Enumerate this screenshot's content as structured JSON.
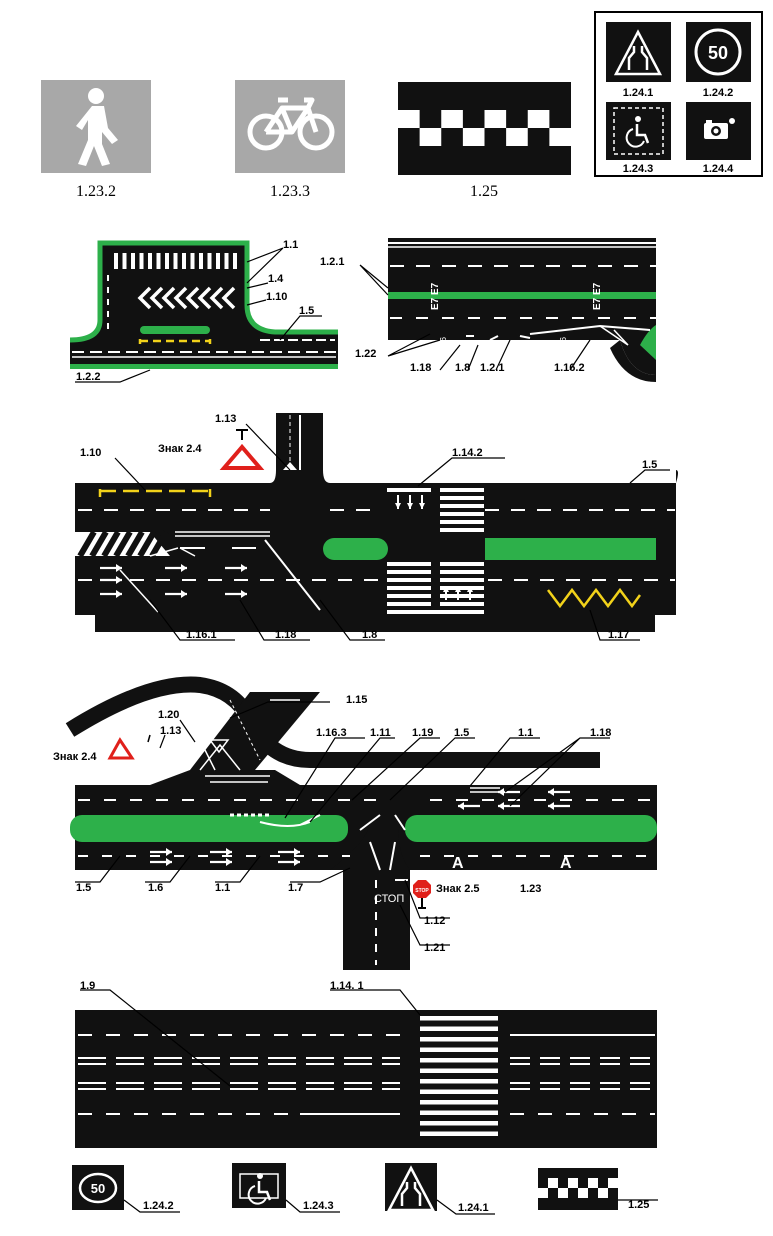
{
  "top_row": {
    "sign_1_23_2": "1.23.2",
    "sign_1_23_3": "1.23.3",
    "sign_1_25": "1.25",
    "box": {
      "l_1_24_1": "1.24.1",
      "l_1_24_2": "1.24.2",
      "speed_value": "50",
      "l_1_24_3": "1.24.3",
      "l_1_24_4": "1.24.4"
    }
  },
  "d1": {
    "l_1_1": "1.1",
    "l_1_4": "1.4",
    "l_1_10": "1.10",
    "l_1_5": "1.5",
    "l_1_2_2": "1.2.2"
  },
  "d2": {
    "l_1_2_1_top": "1.2.1",
    "l_1_22": "1.22",
    "l_1_18": "1.18",
    "l_1_8": "1.8",
    "l_1_2_1_bottom": "1.2.1",
    "l_1_16_2": "1.16.2",
    "route_a": "E7 E7",
    "route_b": "E7 E7",
    "num_a": "26",
    "num_b": "26"
  },
  "d3": {
    "l_1_13": "1.13",
    "sign_caption": "Знак 2.4",
    "l_1_10": "1.10",
    "l_1_14_2": "1.14.2",
    "l_1_5": "1.5",
    "l_1_16_1": "1.16.1",
    "l_1_18": "1.18",
    "l_1_8": "1.8",
    "l_1_17": "1.17"
  },
  "d4": {
    "l_1_15": "1.15",
    "l_1_20": "1.20",
    "l_1_13": "1.13",
    "sign_caption": "Знак 2.4",
    "l_1_16_3": "1.16.3",
    "l_1_11": "1.11",
    "l_1_19": "1.19",
    "l_1_5_top": "1.5",
    "l_1_1_top": "1.1",
    "l_1_18": "1.18",
    "l_1_5_bottom": "1.5",
    "l_1_6": "1.6",
    "l_1_1_bottom": "1.1",
    "l_1_7": "1.7",
    "stop_sign_text": "STOP",
    "sign_2_5": "Знак 2.5",
    "l_1_23": "1.23",
    "stop_word": "СТОП",
    "l_1_12": "1.12",
    "l_1_21": "1.21",
    "bus_a": "A",
    "bus_b": "A"
  },
  "d5": {
    "l_1_9": "1.9",
    "l_1_14_1": "1.14. 1"
  },
  "bottom_row": {
    "speed_value": "50",
    "l_1_24_2": "1.24.2",
    "l_1_24_3": "1.24.3",
    "l_1_24_1": "1.24.1",
    "l_1_25": "1.25"
  },
  "colors": {
    "asphalt": "#111111",
    "green": "#2db04a",
    "yellow": "#f2d21a",
    "sign_gray": "#a8a8a8",
    "red": "#e0201b"
  }
}
